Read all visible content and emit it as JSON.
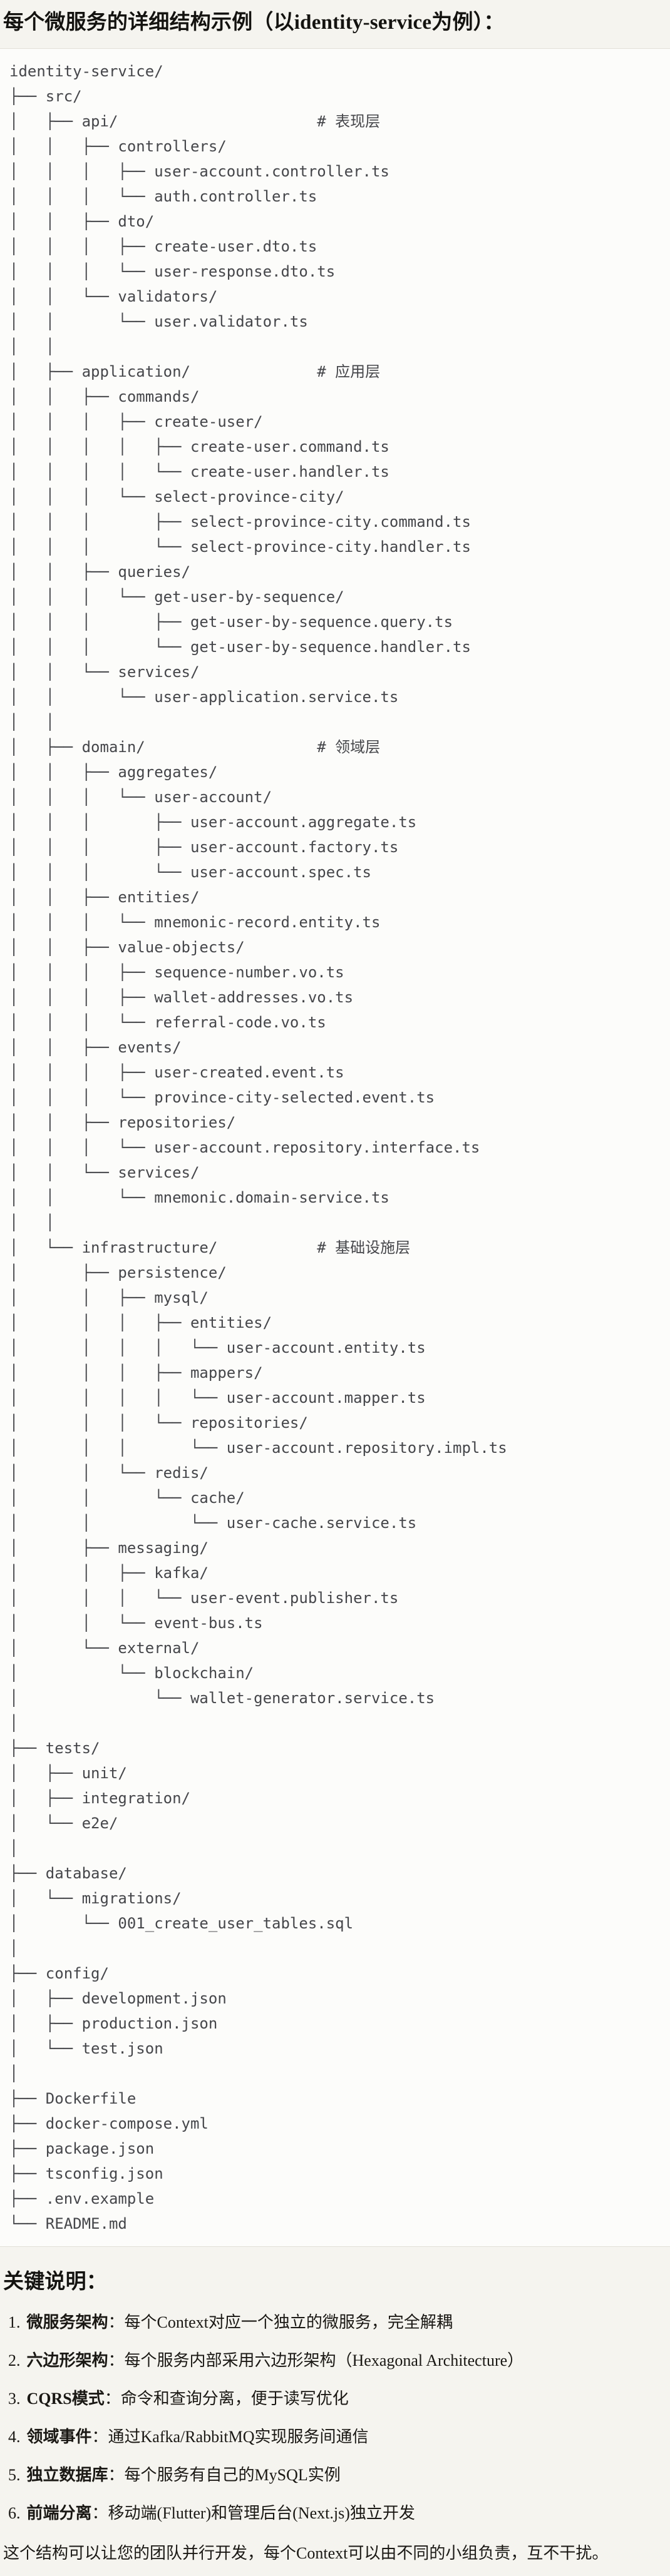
{
  "page": {
    "title": "每个微服务的详细结构示例（以identity-service为例）：",
    "notes_heading": "关键说明：",
    "closing": "这个结构可以让您的团队并行开发，每个Context可以由不同的小组负责，互不干扰。"
  },
  "tree": {
    "lines": [
      "identity-service/",
      "├── src/",
      "│   ├── api/                      # 表现层",
      "│   │   ├── controllers/",
      "│   │   │   ├── user-account.controller.ts",
      "│   │   │   └── auth.controller.ts",
      "│   │   ├── dto/",
      "│   │   │   ├── create-user.dto.ts",
      "│   │   │   └── user-response.dto.ts",
      "│   │   └── validators/",
      "│   │       └── user.validator.ts",
      "│   │",
      "│   ├── application/              # 应用层",
      "│   │   ├── commands/",
      "│   │   │   ├── create-user/",
      "│   │   │   │   ├── create-user.command.ts",
      "│   │   │   │   └── create-user.handler.ts",
      "│   │   │   └── select-province-city/",
      "│   │   │       ├── select-province-city.command.ts",
      "│   │   │       └── select-province-city.handler.ts",
      "│   │   ├── queries/",
      "│   │   │   └── get-user-by-sequence/",
      "│   │   │       ├── get-user-by-sequence.query.ts",
      "│   │   │       └── get-user-by-sequence.handler.ts",
      "│   │   └── services/",
      "│   │       └── user-application.service.ts",
      "│   │",
      "│   ├── domain/                   # 领域层",
      "│   │   ├── aggregates/",
      "│   │   │   └── user-account/",
      "│   │   │       ├── user-account.aggregate.ts",
      "│   │   │       ├── user-account.factory.ts",
      "│   │   │       └── user-account.spec.ts",
      "│   │   ├── entities/",
      "│   │   │   └── mnemonic-record.entity.ts",
      "│   │   ├── value-objects/",
      "│   │   │   ├── sequence-number.vo.ts",
      "│   │   │   ├── wallet-addresses.vo.ts",
      "│   │   │   └── referral-code.vo.ts",
      "│   │   ├── events/",
      "│   │   │   ├── user-created.event.ts",
      "│   │   │   └── province-city-selected.event.ts",
      "│   │   ├── repositories/",
      "│   │   │   └── user-account.repository.interface.ts",
      "│   │   └── services/",
      "│   │       └── mnemonic.domain-service.ts",
      "│   │",
      "│   └── infrastructure/           # 基础设施层",
      "│       ├── persistence/",
      "│       │   ├── mysql/",
      "│       │   │   ├── entities/",
      "│       │   │   │   └── user-account.entity.ts",
      "│       │   │   ├── mappers/",
      "│       │   │   │   └── user-account.mapper.ts",
      "│       │   │   └── repositories/",
      "│       │   │       └── user-account.repository.impl.ts",
      "│       │   └── redis/",
      "│       │       └── cache/",
      "│       │           └── user-cache.service.ts",
      "│       ├── messaging/",
      "│       │   ├── kafka/",
      "│       │   │   └── user-event.publisher.ts",
      "│       │   └── event-bus.ts",
      "│       └── external/",
      "│           └── blockchain/",
      "│               └── wallet-generator.service.ts",
      "│",
      "├── tests/",
      "│   ├── unit/",
      "│   ├── integration/",
      "│   └── e2e/",
      "│",
      "├── database/",
      "│   └── migrations/",
      "│       └── 001_create_user_tables.sql",
      "│",
      "├── config/",
      "│   ├── development.json",
      "│   ├── production.json",
      "│   └── test.json",
      "│",
      "├── Dockerfile",
      "├── docker-compose.yml",
      "├── package.json",
      "├── tsconfig.json",
      "├── .env.example",
      "└── README.md"
    ]
  },
  "notes": [
    {
      "num": "1.",
      "term": "微服务架构",
      "colon": "：",
      "desc": "每个Context对应一个独立的微服务，完全解耦"
    },
    {
      "num": "2.",
      "term": "六边形架构",
      "colon": "：",
      "desc": "每个服务内部采用六边形架构（Hexagonal Architecture）"
    },
    {
      "num": "3.",
      "term": "CQRS模式",
      "colon": "：",
      "desc": "命令和查询分离，便于读写优化"
    },
    {
      "num": "4.",
      "term": "领域事件",
      "colon": "：",
      "desc": "通过Kafka/RabbitMQ实现服务间通信"
    },
    {
      "num": "5.",
      "term": "独立数据库",
      "colon": "：",
      "desc": "每个服务有自己的MySQL实例"
    },
    {
      "num": "6.",
      "term": "前端分离",
      "colon": "：",
      "desc": "移动端(Flutter)和管理后台(Next.js)独立开发"
    }
  ],
  "colors": {
    "page_bg": "#F5F4EF",
    "code_bg": "#FCFCFA",
    "code_border": "#E2E0D8",
    "code_text": "#45464A",
    "text": "#1A1814"
  }
}
